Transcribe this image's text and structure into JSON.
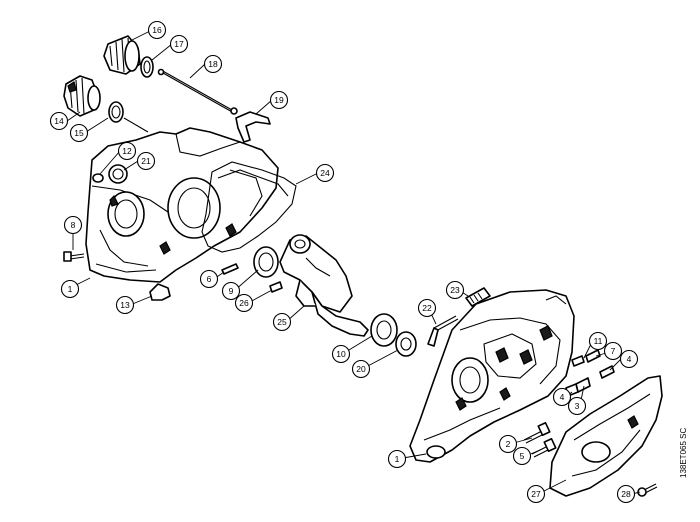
{
  "diagram": {
    "drawing_code": "138ET065 SC",
    "callouts": {
      "c1a": "1",
      "c1b": "1",
      "c2": "2",
      "c3": "3",
      "c4": "4",
      "c4b": "4",
      "c5": "5",
      "c6": "6",
      "c7": "7",
      "c8": "8",
      "c9": "9",
      "c10": "10",
      "c11": "11",
      "c12": "12",
      "c13": "13",
      "c14": "14",
      "c15": "15",
      "c16": "16",
      "c17": "17",
      "c18": "18",
      "c19": "19",
      "c20": "20",
      "c21": "21",
      "c22": "22",
      "c23": "23",
      "c24": "24",
      "c25": "25",
      "c26": "26",
      "c27": "27",
      "c28": "28"
    }
  }
}
